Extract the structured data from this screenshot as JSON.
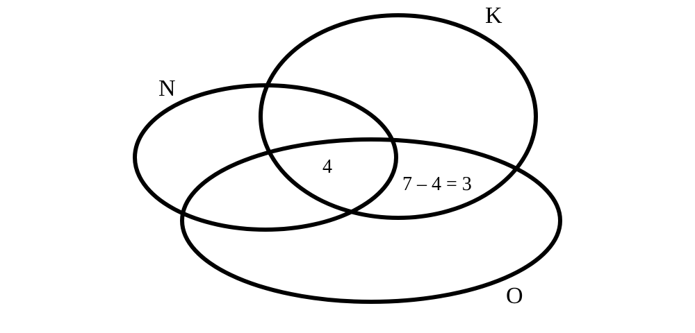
{
  "sets": [
    {
      "id": "N",
      "label": "N"
    },
    {
      "id": "K",
      "label": "K"
    },
    {
      "id": "O",
      "label": "O"
    }
  ],
  "regions": {
    "n_and_k": "4",
    "k_and_o_only": "7 – 4 = 3"
  },
  "colors": {
    "stroke": "#000000",
    "background": "#ffffff"
  }
}
